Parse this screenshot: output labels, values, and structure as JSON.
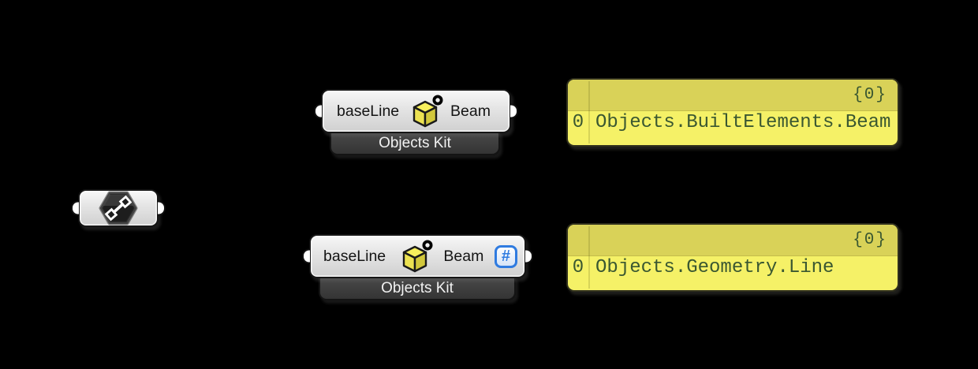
{
  "app": {
    "environment": "grasshopper-canvas"
  },
  "components": {
    "line_param": {
      "icon": "line-segment-icon"
    },
    "beam_top": {
      "input_label": "baseLine",
      "output_label": "Beam",
      "kit_label": "Objects Kit",
      "icon": "speckle-schema-cube-icon"
    },
    "beam_bottom": {
      "input_label": "baseLine",
      "output_label": "Beam",
      "kit_label": "Objects Kit",
      "icon": "speckle-schema-cube-icon",
      "number_badge_glyph": "#"
    },
    "panel_top": {
      "tree_path": "{0}",
      "rows": [
        {
          "index": "0",
          "value": "Objects.BuiltElements.Beam"
        }
      ]
    },
    "panel_bottom": {
      "tree_path": "{0}",
      "rows": [
        {
          "index": "0",
          "value": "Objects.Geometry.Line"
        }
      ]
    }
  },
  "colors": {
    "canvas_bg": "#000000",
    "panel_body": "#f5f167",
    "panel_header": "#d9d258",
    "panel_text": "#3a5731",
    "capsule_fill": "#e4e4e4",
    "kit_banner": "#3d3d3d",
    "badge_blue": "#2f7be0",
    "cube_yellow": "#f0e74e"
  }
}
